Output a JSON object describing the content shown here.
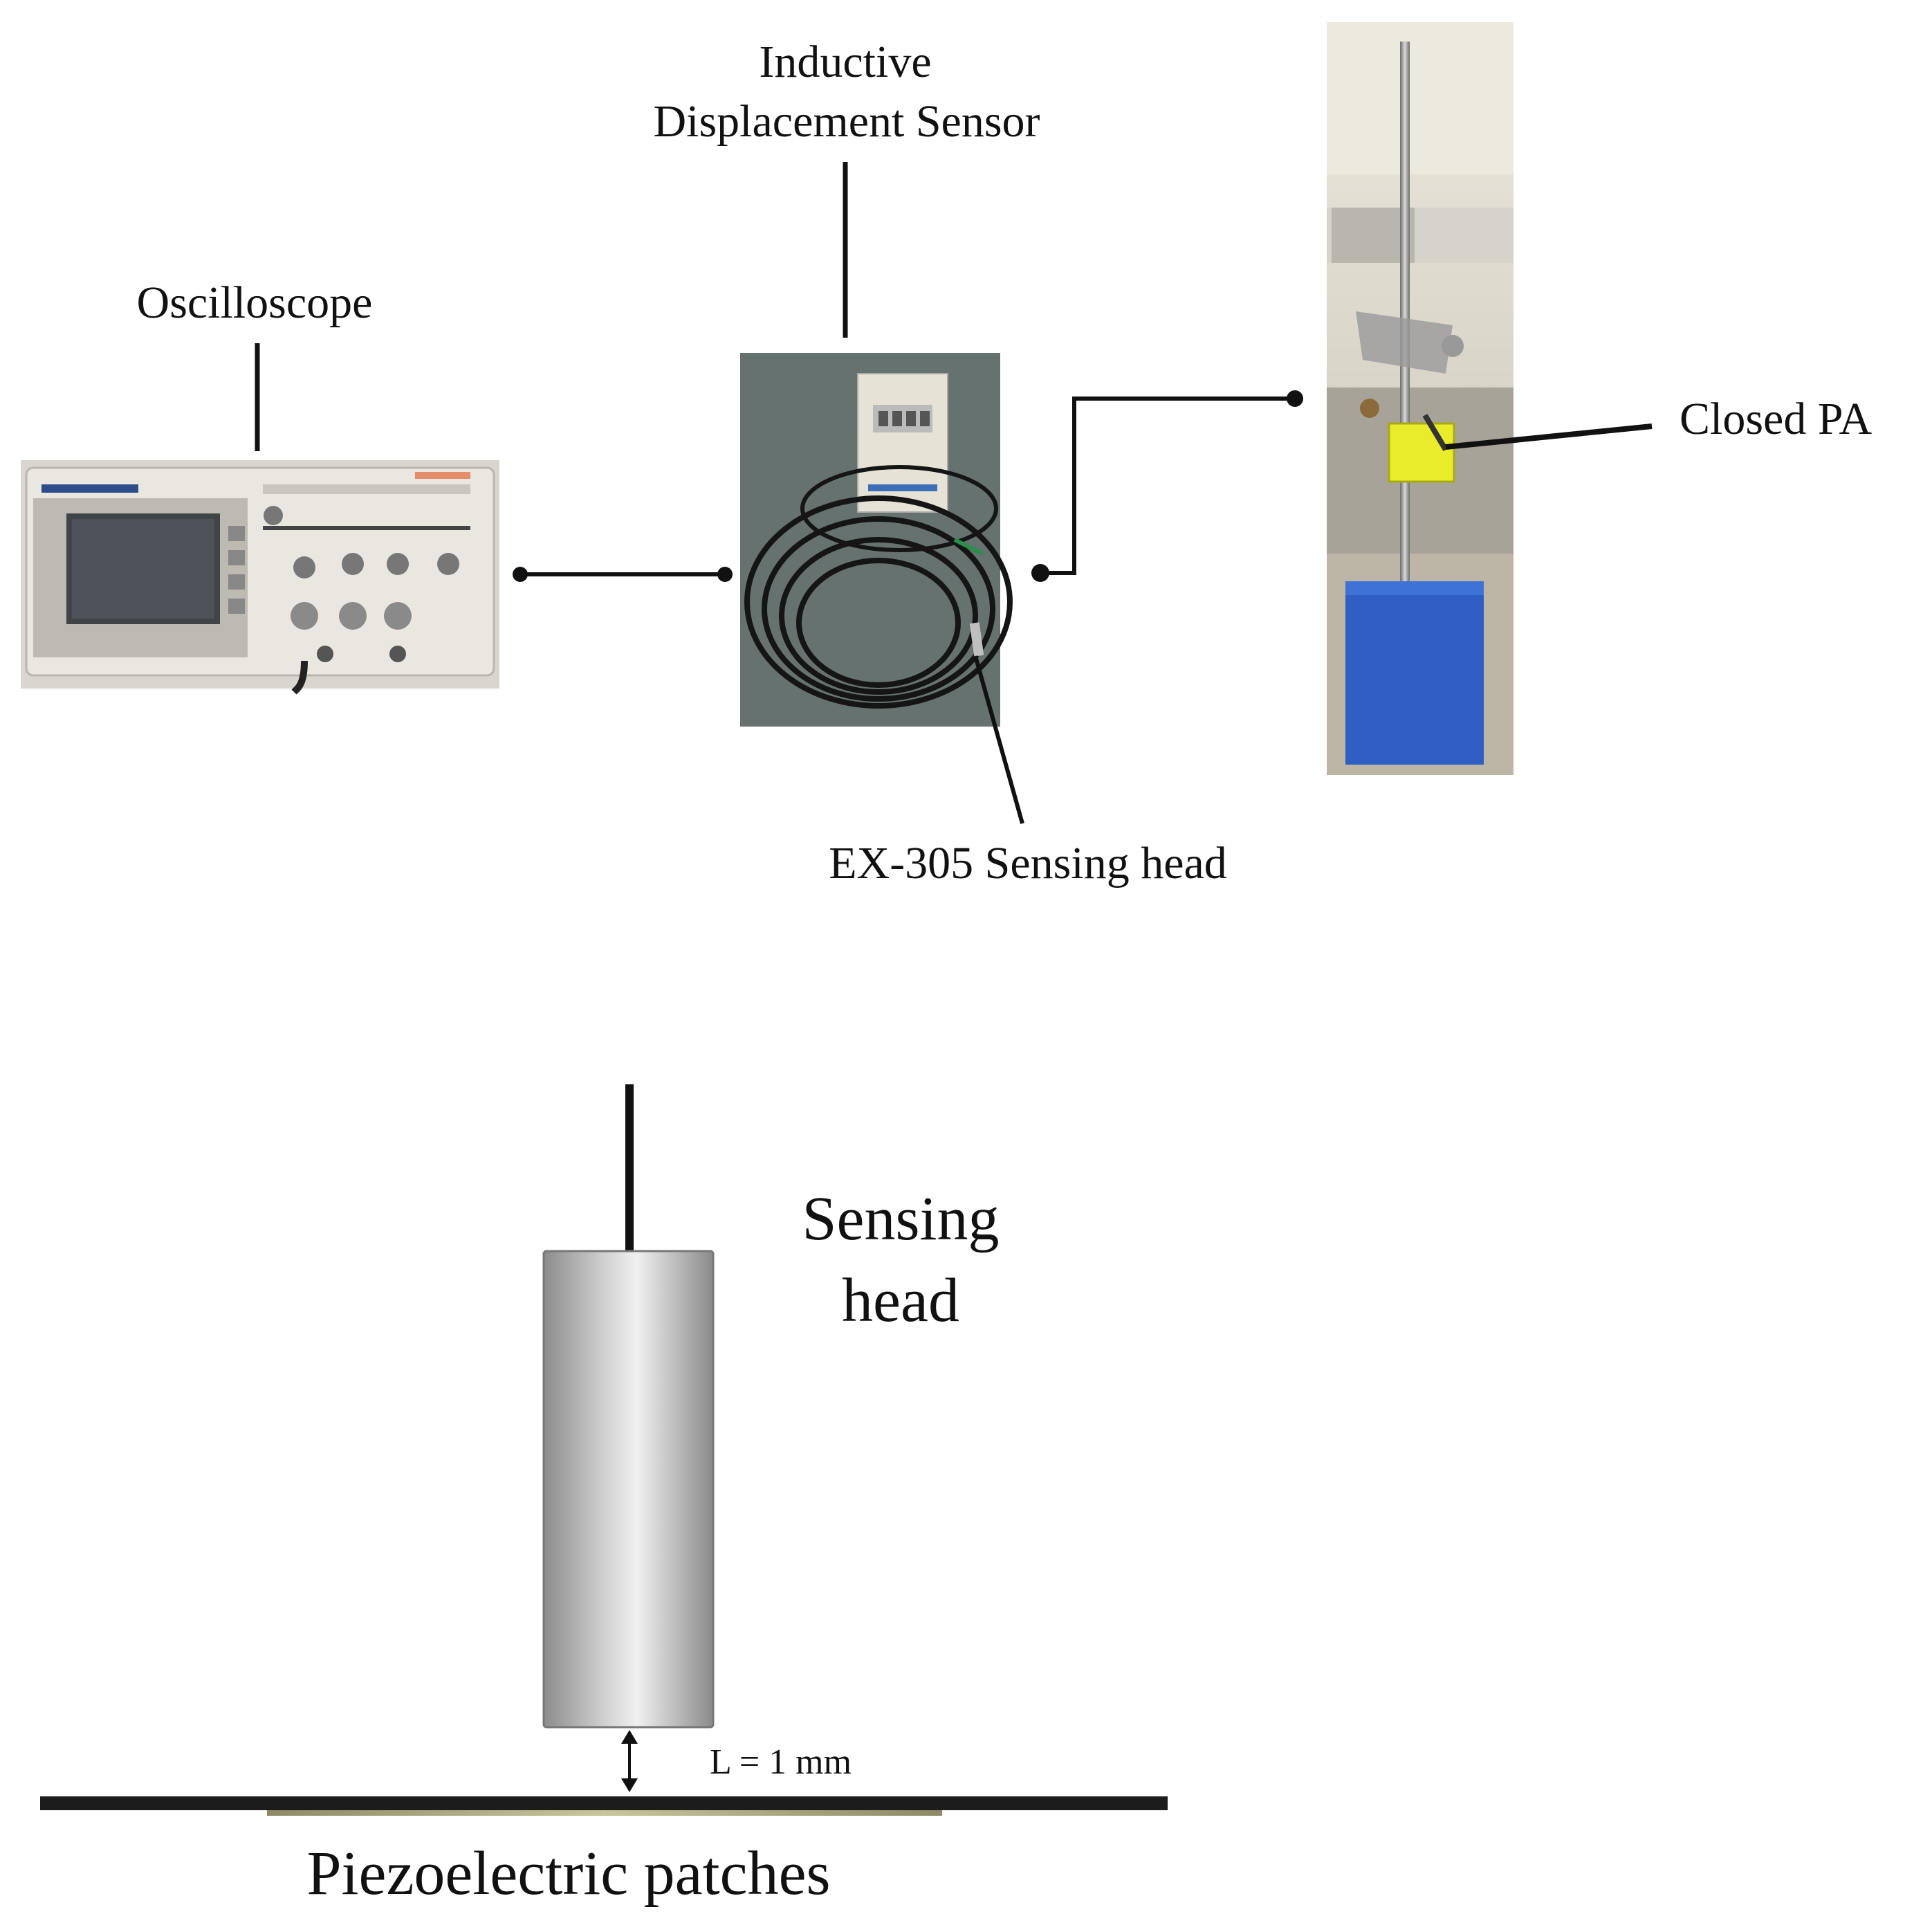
{
  "labels": {
    "inductive_line1": "Inductive",
    "inductive_line2": "Displacement Sensor",
    "oscilloscope": "Oscilloscope",
    "closed_pa": "Closed PA",
    "ex305": "EX-305 Sensing head",
    "sensing_line1": "Sensing",
    "sensing_line2": "head",
    "gap": "L = 1 mm",
    "piezo": "Piezoelectric patches"
  },
  "colors": {
    "ink": "#111111",
    "stand_base": "#2f5fc4",
    "pa_block": "#e8ec2a",
    "wall": "#e9e5da",
    "plate": "#1c1c1c",
    "patch": "#9a9870"
  },
  "icons": {
    "oscilloscope_photo": "oscilloscope-photo",
    "sensor_photo": "displacement-sensor-photo",
    "stand_photo": "stand-with-closed-pa-photo",
    "sensing_head": "sensing-head-cylinder",
    "plate": "piezo-plate"
  }
}
